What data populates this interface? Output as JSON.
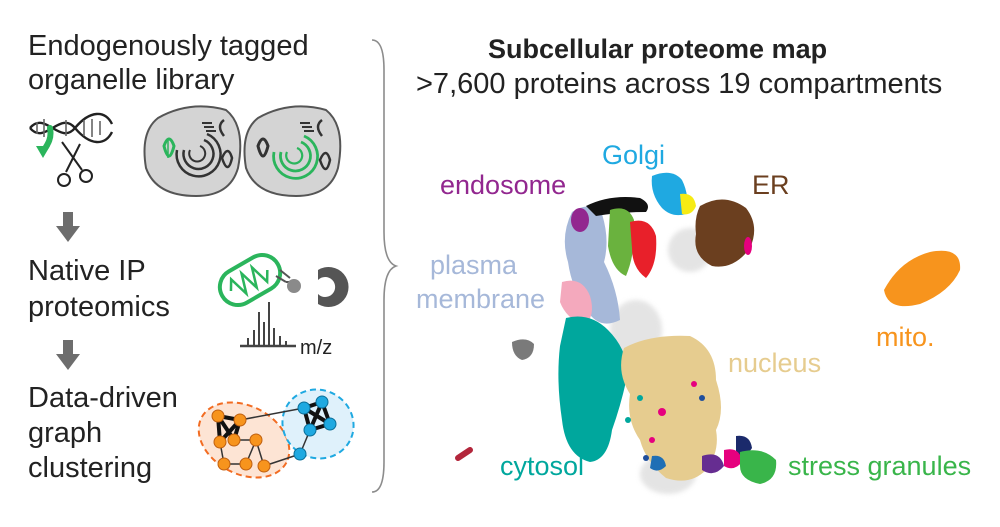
{
  "left_panel": {
    "title_line1": "Endogenously tagged",
    "title_line2": "organelle library",
    "step2_line1": "Native IP",
    "step2_line2": "proteomics",
    "mz_label": "m/z",
    "step3_line1": "Data-driven",
    "step3_line2": "graph",
    "step3_line3": "clustering"
  },
  "map": {
    "title": "Subcellular proteome map",
    "subtitle": ">7,600 proteins across 19 compartments",
    "labels": {
      "golgi": "Golgi",
      "endosome": "endosome",
      "er": "ER",
      "plasma_line1": "plasma",
      "plasma_line2": "membrane",
      "mito": "mito.",
      "nucleus": "nucleus",
      "cytosol": "cytosol",
      "stress": "stress granules"
    },
    "colors": {
      "golgi": "#1fa9e1",
      "endosome": "#92278f",
      "er": "#6b3f1f",
      "plasma": "#a6b8d9",
      "mito": "#f7941d",
      "nucleus": "#e6cc8f",
      "cytosol": "#00a79d",
      "stress": "#39b54a"
    }
  }
}
